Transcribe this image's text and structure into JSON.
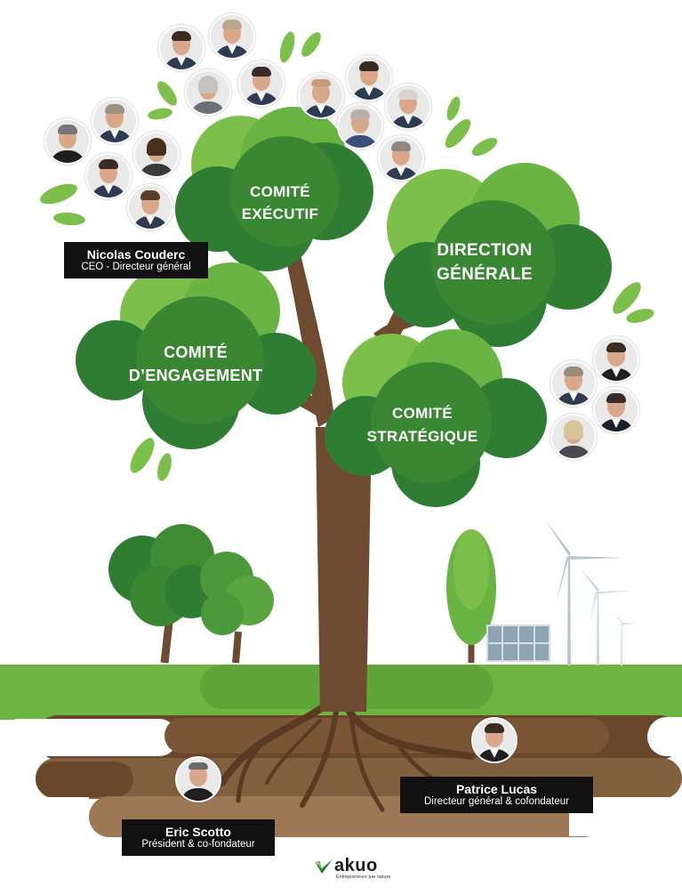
{
  "colors": {
    "leaf_dark": "#2f7d32",
    "leaf_mid": "#4a9a3c",
    "leaf_light": "#7cbf4a",
    "trunk": "#6e4a30",
    "grass": "#6db543",
    "soil_dark": "#5a3d24",
    "soil_mid": "#7a5536",
    "soil_light": "#9c7854",
    "label_bg": "#111111"
  },
  "clouds": {
    "comite_executif": [
      "COMITÉ",
      "EXÉCUTIF"
    ],
    "direction_generale": [
      "DIRECTION",
      "GÉNÉRALE"
    ],
    "comite_engagement": [
      "COMITÉ",
      "D’ENGAGEMENT"
    ],
    "comite_strategique": [
      "COMITÉ",
      "STRATÉGIQUE"
    ]
  },
  "people": {
    "ceo": {
      "name": "Nicolas Couderc",
      "role": "CEO - Directeur général"
    },
    "cofounder_dg": {
      "name": "Patrice Lucas",
      "role": "Directeur général & cofondateur"
    },
    "president": {
      "name": "Eric Scotto",
      "role": "Président & co-fondateur"
    }
  },
  "logo": {
    "word": "akuo",
    "tagline": "Entrepreneurs par nature"
  }
}
